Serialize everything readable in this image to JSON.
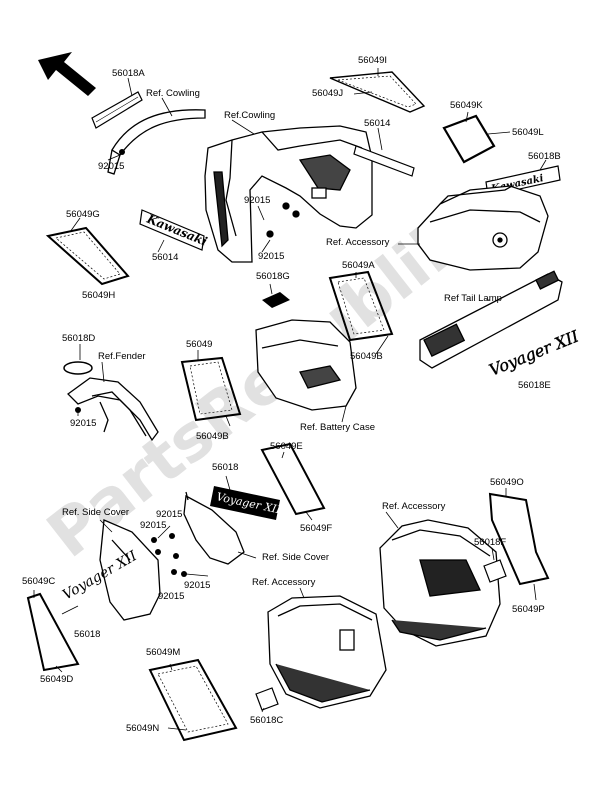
{
  "watermark": "PartsRepublik",
  "labels": {
    "l56018A": "56018A",
    "refCowlingA": "Ref. Cowling",
    "refCowlingB": "Ref.Cowling",
    "l56049I": "56049I",
    "l56049J": "56049J",
    "l56049K": "56049K",
    "l56049L": "56049L",
    "l56018B": "56018B",
    "l56014a": "56014",
    "l92015a": "92015",
    "l92015b": "92015",
    "l92015c": "92015",
    "l56049G": "56049G",
    "l56014b": "56014",
    "l56049H": "56049H",
    "refAccessoryA": "Ref. Accessory",
    "l56018G": "56018G",
    "l56049A": "56049A",
    "refTailLamp": "Ref  Tail Lamp",
    "l56018D": "56018D",
    "refFender": "Ref.Fender",
    "l56049": "56049",
    "l56049B1": "56049B",
    "l56049B2": "56049B",
    "l56018E": "56018E",
    "refBatteryCase": "Ref. Battery Case",
    "l92015d": "92015",
    "l56049E": "56049E",
    "l56018": "56018",
    "l56049F": "56049F",
    "refAccessoryB": "Ref. Accessory",
    "l56049O": "56049O",
    "refSideCoverA": "Ref. Side Cover",
    "l92015e": "92015",
    "l92015f": "92015",
    "l56018F": "56018F",
    "refSideCoverB": "Ref. Side Cover",
    "l92015g": "92015",
    "l92015h": "92015",
    "refAccessoryC": "Ref. Accessory",
    "l56049P": "56049P",
    "l56049C": "56049C",
    "l56018b2": "56018",
    "l56049D": "56049D",
    "l56049M": "56049M",
    "l56049N": "56049N",
    "l56018C": "56018C"
  },
  "decals": {
    "kawasaki": "Kawasaki",
    "voyager": "Voyager XII"
  }
}
